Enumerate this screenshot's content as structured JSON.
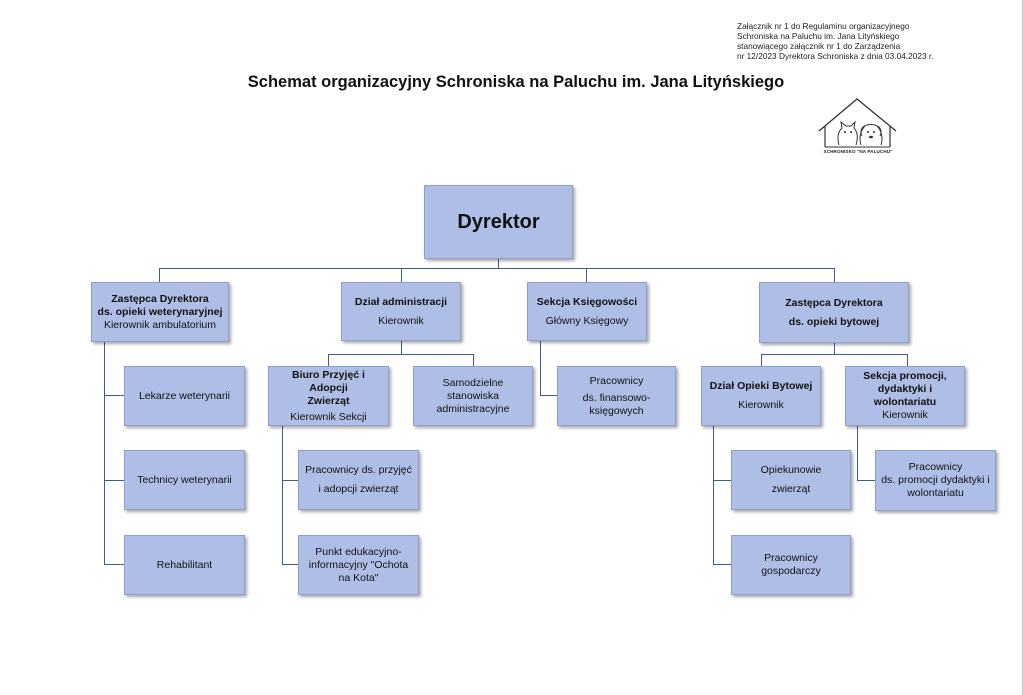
{
  "note": {
    "lines": [
      "Załącznik nr 1 do Regulaminu organizacyjnego",
      "Schroniska na Paluchu im. Jana Lityńskiego",
      "stanowiącego załącznik nr 1 do Zarządzenia",
      "nr 12/2023 Dyrektora Schroniska z dnia 03.04.2023 r."
    ]
  },
  "title": "Schemat organizacyjny Schroniska na Paluchu im. Jana Lityńskiego",
  "logo": {
    "icon": "shelter-house-icon",
    "text": "SCHRONISKO \"NA PALUCHU\""
  },
  "colors": {
    "box_fill": "#aebee6",
    "box_border": "#8da0cc",
    "connector": "#3f5c91"
  },
  "nodes": {
    "director": {
      "title": "Dyrektor"
    },
    "deputy_vet": {
      "l1": "Zastępca Dyrektora",
      "l2": "ds. opieki weterynaryjnej",
      "l3": "Kierownik ambulatorium"
    },
    "vets": {
      "label": "Lekarze weterynarii"
    },
    "vet_techs": {
      "label": "Technicy weterynarii"
    },
    "rehab": {
      "label": "Rehabilitant"
    },
    "admin": {
      "l1": "Dział administracji",
      "l2": "Kierownik"
    },
    "adoption_office": {
      "l1": "Biuro Przyjęć i Adopcji",
      "l2": "Zwierząt",
      "l3": "Kierownik Sekcji"
    },
    "independent_posts": {
      "l1": "Samodzielne",
      "l2": "stanowiska",
      "l3": "administracyjne"
    },
    "adoption_staff": {
      "l1": "Pracownicy ds. przyjęć",
      "l2": "i adopcji zwierząt"
    },
    "education_point": {
      "l1": "Punkt edukacyjno-",
      "l2": "informacyjny \"Ochota",
      "l3": "na Kota\""
    },
    "accounting": {
      "l1": "Sekcja Księgowości",
      "l2": "Główny Księgowy"
    },
    "finance_staff": {
      "l1": "Pracownicy",
      "l2": "ds. finansowo-",
      "l3": "księgowych"
    },
    "deputy_living": {
      "l1": "Zastępca Dyrektora",
      "l2": "ds. opieki bytowej"
    },
    "care_dept": {
      "l1": "Dział Opieki Bytowej",
      "l2": "Kierownik"
    },
    "animal_carers": {
      "l1": "Opiekunowie",
      "l2": "zwierząt"
    },
    "maintenance_staff": {
      "l1": "Pracownicy",
      "l2": "gospodarczy"
    },
    "promo_section": {
      "l1": "Sekcja promocji,",
      "l2": "dydaktyki i",
      "l3": "wolontariatu",
      "l4": "Kierownik"
    },
    "promo_staff": {
      "l1": "Pracownicy",
      "l2": "ds. promocji dydaktyki i",
      "l3": "wolontariatu"
    }
  }
}
